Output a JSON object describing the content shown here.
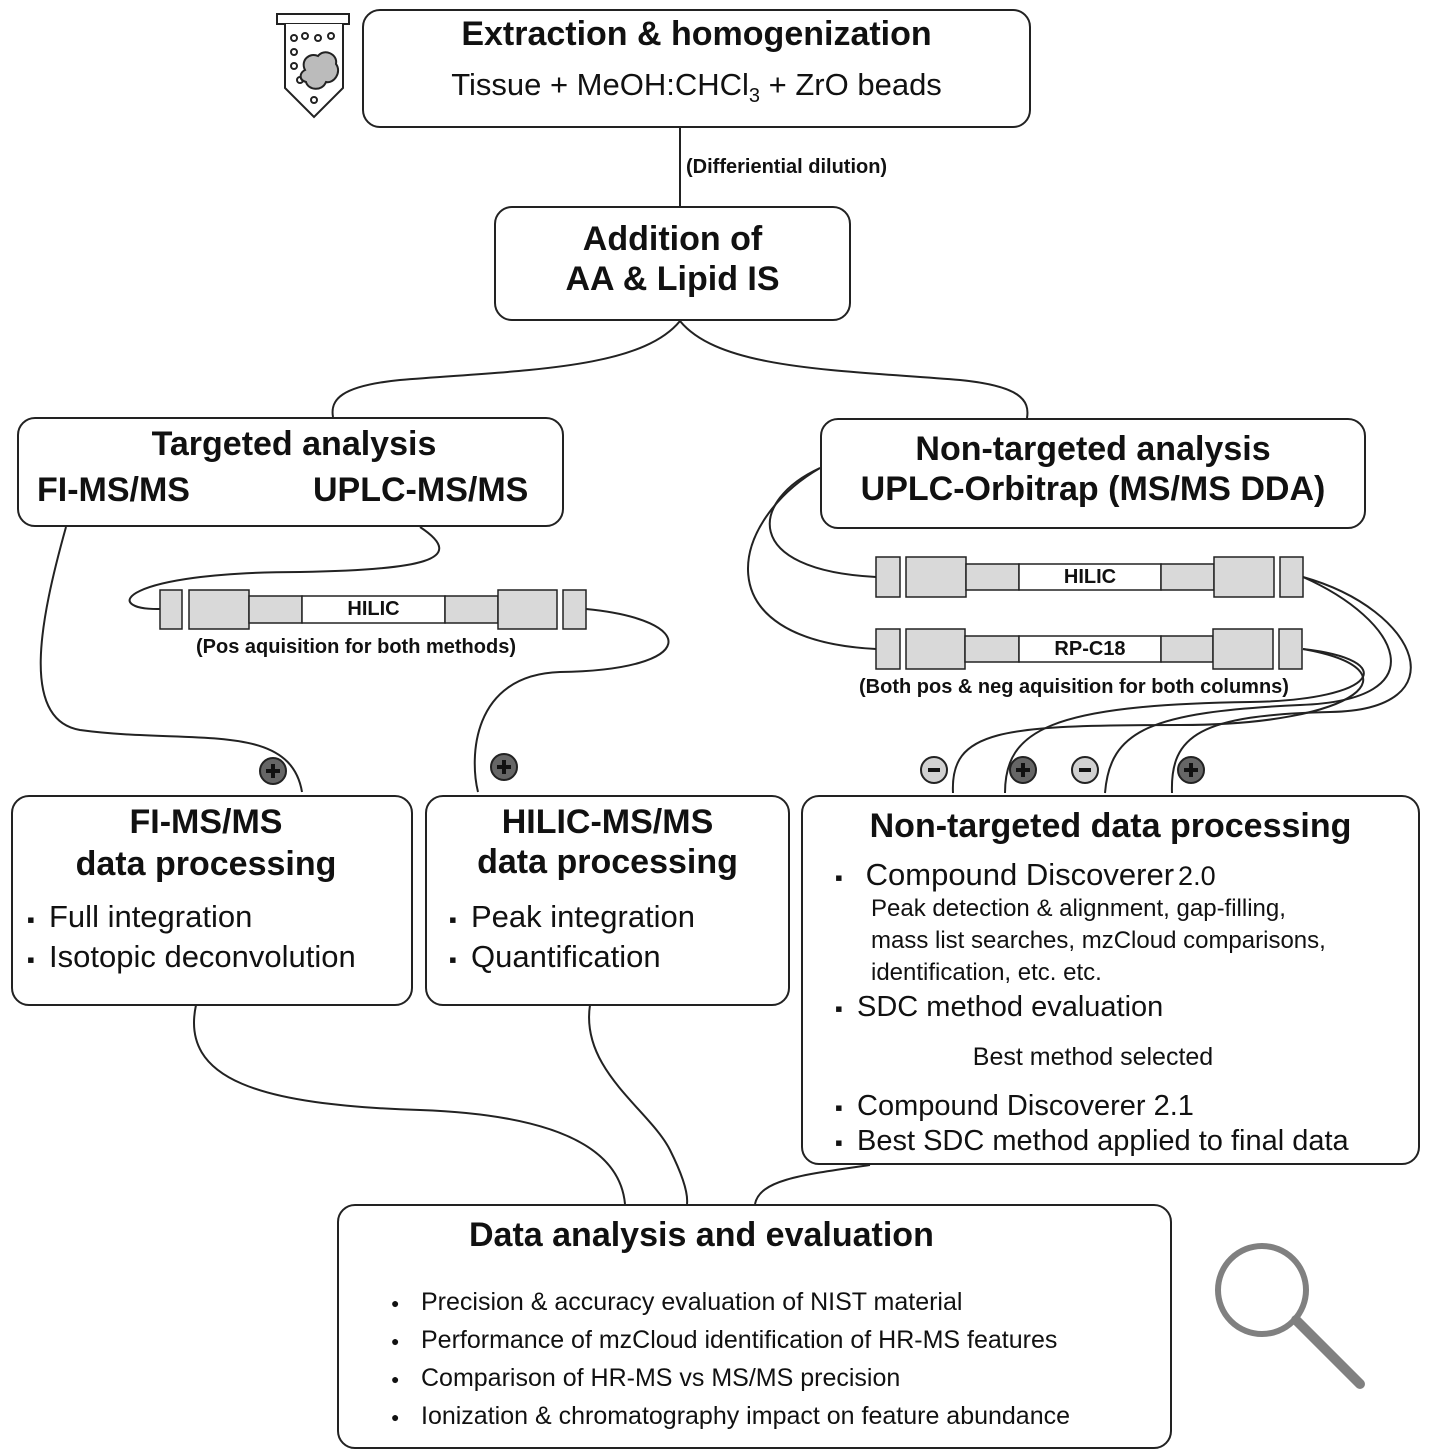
{
  "extraction": {
    "title": "Extraction & homogenization",
    "subtitle_pre": "Tissue + MeOH:CHCl",
    "subtitle_sub": "3",
    "subtitle_post": " + ZrO beads"
  },
  "dilution_label": "(Differiential dilution)",
  "addition": {
    "line1": "Addition of",
    "line2": "AA & Lipid IS"
  },
  "targeted": {
    "title": "Targeted analysis",
    "left": "FI-MS/MS",
    "right": "UPLC-MS/MS",
    "column_label": "HILIC",
    "acquisition_note": "(Pos aquisition for both methods)"
  },
  "nontargeted": {
    "title": "Non-targeted analysis",
    "subtitle": "UPLC-Orbitrap (MS/MS DDA)",
    "column1_label": "HILIC",
    "column2_label": "RP-C18",
    "acquisition_note": "(Both pos & neg aquisition for both columns)"
  },
  "polarity": {
    "plus": "+",
    "minus": "-"
  },
  "fims": {
    "title1": "FI-MS/MS",
    "title2": "data processing",
    "items": [
      "Full integration",
      "Isotopic deconvolution"
    ]
  },
  "hilic": {
    "title1": "HILIC-MS/MS",
    "title2": "data processing",
    "items": [
      "Peak integration",
      "Quantification"
    ]
  },
  "ntproc": {
    "title": "Non-targeted data processing",
    "cd20_name": "Compound Discoverer",
    "cd20_version": "2.0",
    "cd20_details": [
      "Peak detection & alignment, gap-filling,",
      "mass list searches, mzCloud comparisons,",
      "identification, etc. etc."
    ],
    "sdc_eval": "SDC method evaluation",
    "best_selected": "Best method selected",
    "cd21": "Compound Discoverer 2.1",
    "best_applied": "Best SDC method applied to final data"
  },
  "analysis": {
    "title": "Data analysis and evaluation",
    "items": [
      "Precision & accuracy evaluation of NIST material",
      "Performance of mzCloud identification of HR-MS features",
      "Comparison of HR-MS vs MS/MS precision",
      "Ionization & chromatography impact on feature abundance"
    ]
  },
  "colors": {
    "column_fill": "#d9d9d9",
    "line": "#222222",
    "magnifier": "#808080"
  },
  "icons": [
    "tube-icon",
    "magnifier-icon",
    "plus-circle-icon",
    "minus-circle-icon"
  ]
}
